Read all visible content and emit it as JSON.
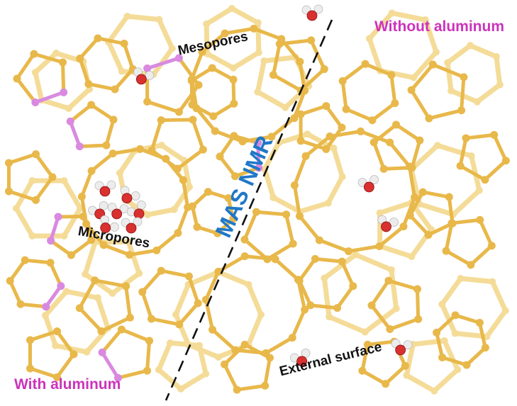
{
  "labels": {
    "mesopores": "Mesopores",
    "micropores": "Micropores",
    "external_surface": "External surface",
    "without_aluminum": "Without aluminum",
    "with_aluminum": "With aluminum",
    "mas_nmr": "MAS NMR"
  },
  "colors": {
    "framework": "#e8b84a",
    "framework_faded": "#f4dc98",
    "aluminum": "#d98ae0",
    "oxygen": "#d93030",
    "hydrogen": "#ececec",
    "label_magenta": "#cc33bb",
    "label_nmr": "#1f78c8",
    "label_black": "#111111"
  }
}
